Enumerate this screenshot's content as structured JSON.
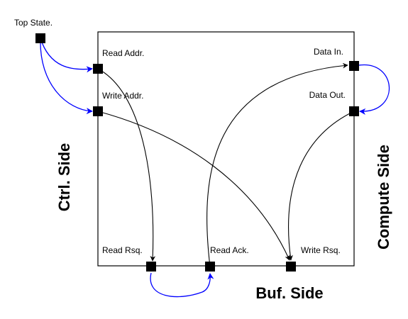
{
  "diagram": {
    "nodes": {
      "top_state": "Top State.",
      "read_addr": "Read Addr.",
      "write_addr": "Write Addr.",
      "data_in": "Data In.",
      "data_out": "Data Out.",
      "read_rsq": "Read Rsq.",
      "read_ack": "Read Ack.",
      "write_rsq": "Write Rsq."
    },
    "sides": {
      "left": "Ctrl. Side",
      "right": "Compute Side",
      "bottom": "Buf. Side"
    },
    "edges": [
      {
        "from": "top_state",
        "to": "read_addr",
        "color": "#0000ff"
      },
      {
        "from": "top_state",
        "to": "write_addr",
        "color": "#0000ff"
      },
      {
        "from": "data_in",
        "to": "data_out",
        "color": "#0000ff"
      },
      {
        "from": "read_rsq",
        "to": "read_ack",
        "color": "#0000ff"
      },
      {
        "from": "read_addr",
        "to": "read_rsq",
        "color": "#000000"
      },
      {
        "from": "write_addr",
        "to": "write_rsq",
        "color": "#000000"
      },
      {
        "from": "read_ack",
        "to": "data_in",
        "color": "#000000"
      },
      {
        "from": "data_out",
        "to": "write_rsq",
        "color": "#000000"
      }
    ],
    "colors": {
      "control_edge": "#0000ff",
      "data_edge": "#000000",
      "node_fill": "#000000"
    }
  }
}
